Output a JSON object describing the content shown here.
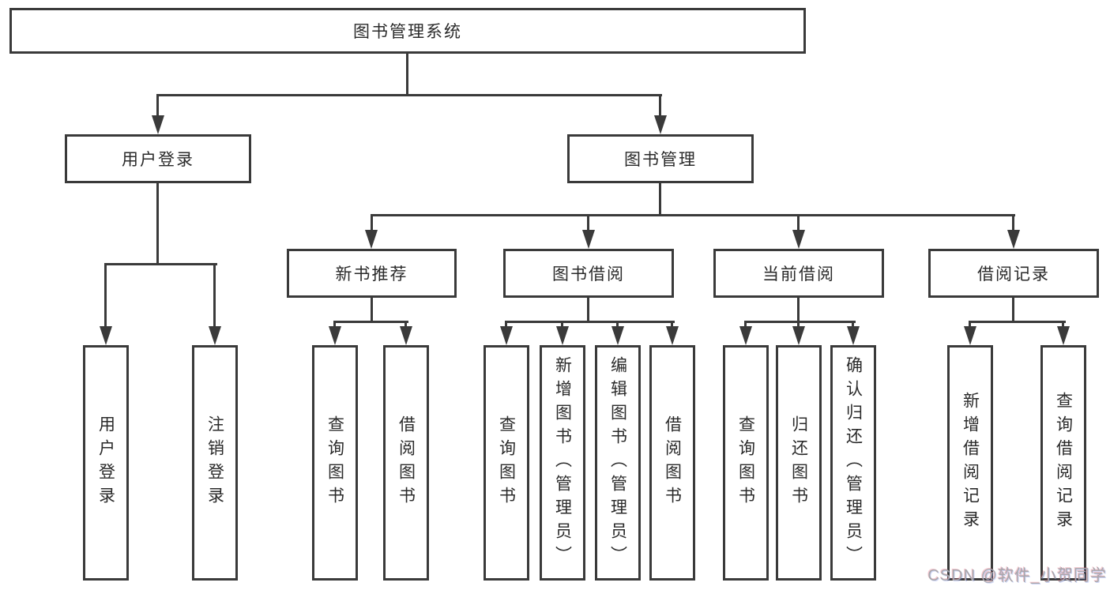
{
  "diagram_type": "functional-structure-tree",
  "title": "图书管理系统",
  "colors": {
    "line": "#3a3a3a",
    "text": "#2a2a2a",
    "box_background": "#ffffff",
    "page_background": "#ffffff",
    "watermark": "#a8a8ac"
  },
  "tree": {
    "label": "图书管理系统",
    "children": [
      {
        "label": "用户登录",
        "children": [
          {
            "label": "用户登录"
          },
          {
            "label": "注销登录"
          }
        ]
      },
      {
        "label": "图书管理",
        "children": [
          {
            "label": "新书推荐",
            "children": [
              {
                "label": "查询图书"
              },
              {
                "label": "借阅图书"
              }
            ]
          },
          {
            "label": "图书借阅",
            "children": [
              {
                "label": "查询图书"
              },
              {
                "label": "新增图书（管理员）"
              },
              {
                "label": "编辑图书（管理员）"
              },
              {
                "label": "借阅图书"
              }
            ]
          },
          {
            "label": "当前借阅",
            "children": [
              {
                "label": "查询图书"
              },
              {
                "label": "归还图书"
              },
              {
                "label": "确认归还（管理员）"
              }
            ]
          },
          {
            "label": "借阅记录",
            "children": [
              {
                "label": "新增借阅记录"
              },
              {
                "label": "查询借阅记录"
              }
            ]
          }
        ]
      }
    ]
  },
  "watermark": {
    "text": "CSDN @软件_小贺同学"
  }
}
